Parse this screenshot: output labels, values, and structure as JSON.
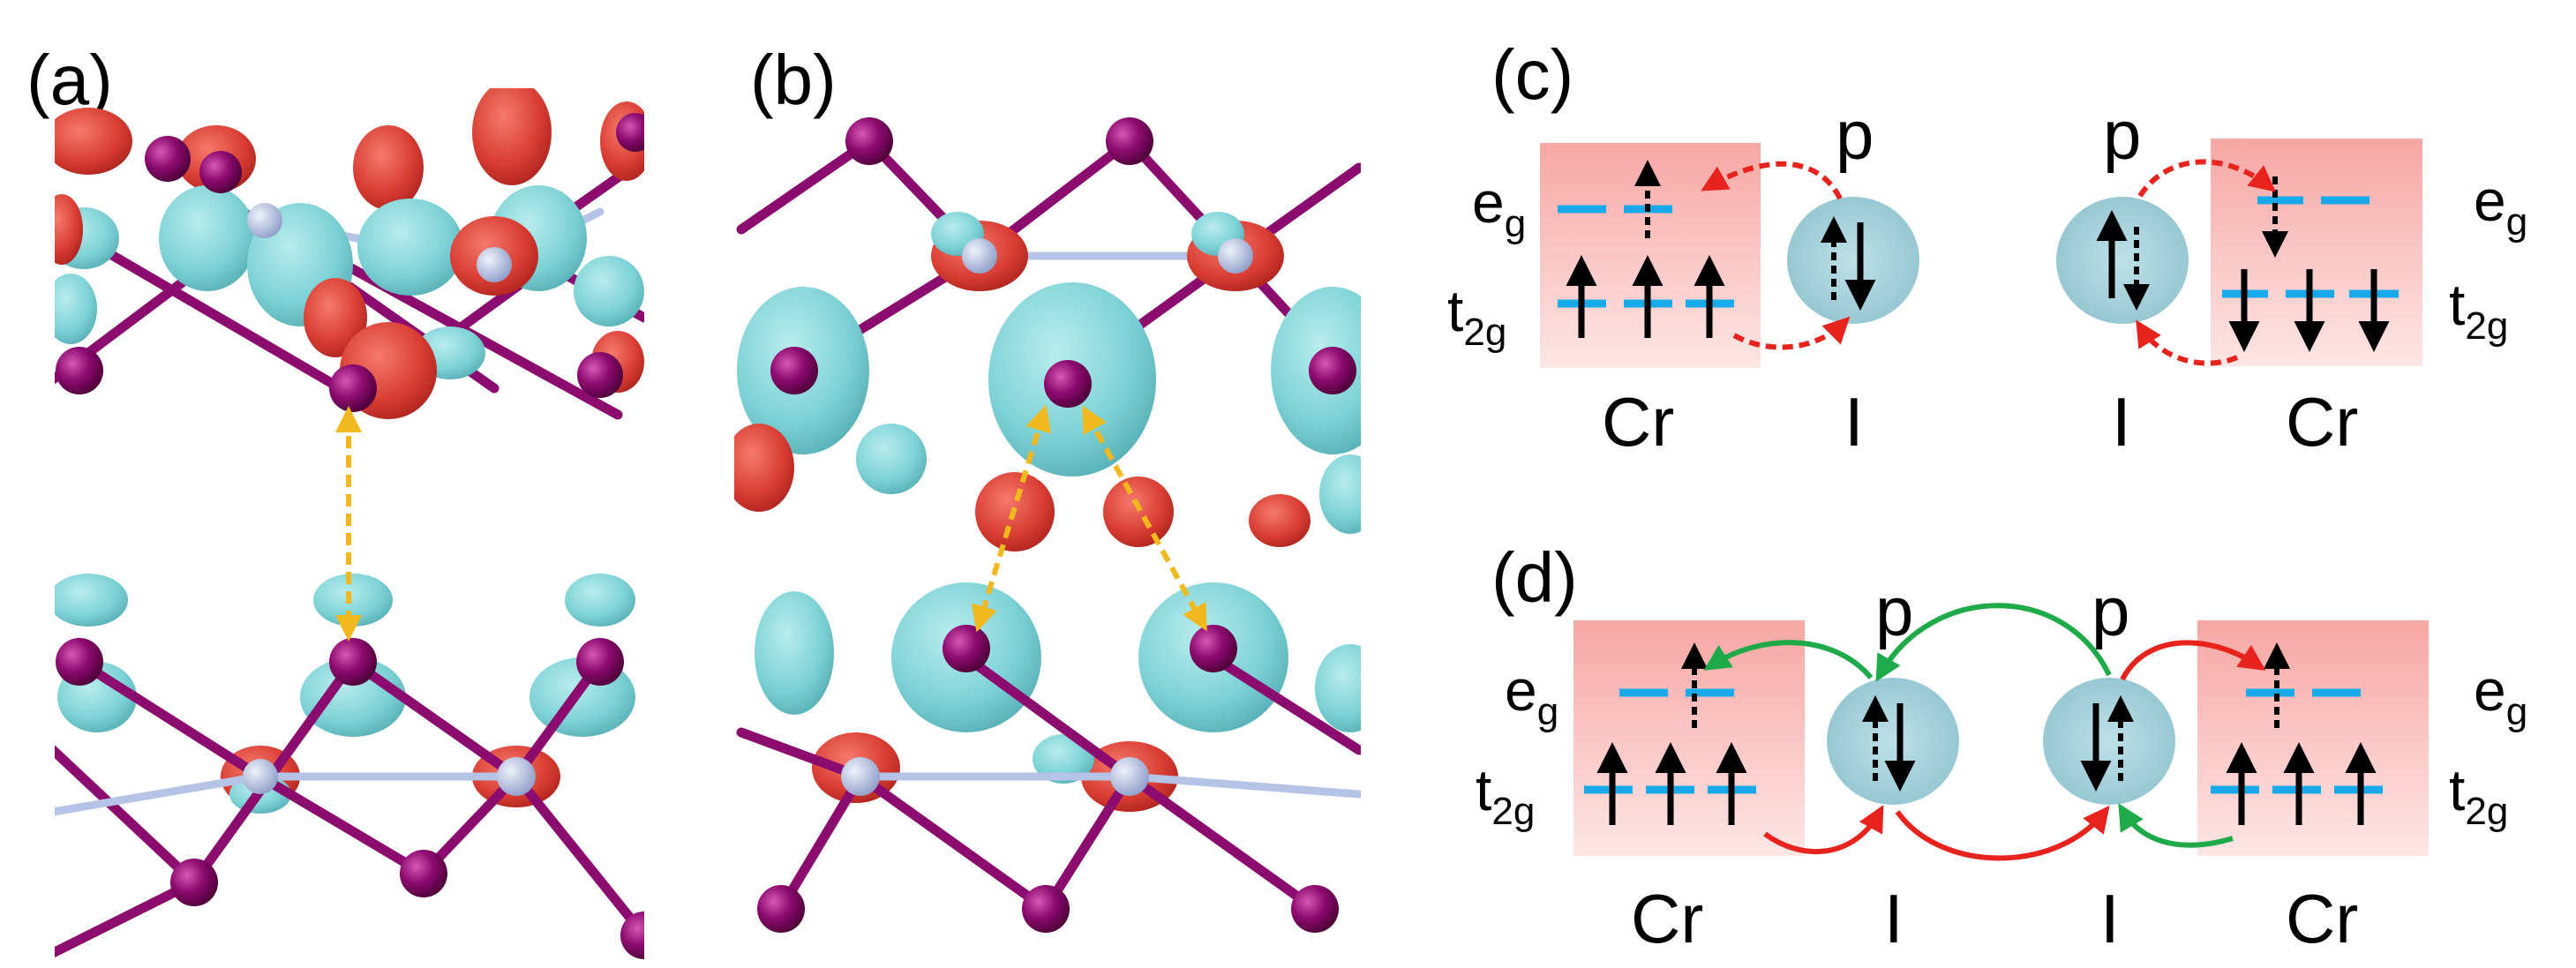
{
  "panels": {
    "a": {
      "label": "(a)"
    },
    "b": {
      "label": "(b)"
    },
    "c": {
      "label": "(c)",
      "left_block": {
        "atom": "Cr",
        "eg": "e",
        "eg_sub": "g",
        "t2g": "t",
        "t2g_sub": "2g"
      },
      "left_orbital": {
        "orbital": "p",
        "atom": "I"
      },
      "right_orbital": {
        "orbital": "p",
        "atom": "I"
      },
      "right_block": {
        "atom": "Cr",
        "eg": "e",
        "eg_sub": "g",
        "t2g": "t",
        "t2g_sub": "2g"
      }
    },
    "d": {
      "label": "(d)",
      "left_block": {
        "atom": "Cr",
        "eg": "e",
        "eg_sub": "g",
        "t2g": "t",
        "t2g_sub": "2g"
      },
      "orbital_1": {
        "orbital": "p",
        "atom": "I"
      },
      "orbital_2": {
        "orbital": "p",
        "atom": "I"
      },
      "right_block": {
        "atom": "Cr",
        "eg": "e",
        "eg_sub": "g",
        "t2g": "t",
        "t2g_sub": "2g"
      }
    }
  },
  "colors": {
    "cr_box_top": "#f7a7a4",
    "cr_box_bottom": "#fde3e2",
    "p_orbital": "#a9d3dd",
    "level_line": "#18a9e8",
    "dashed_arrow_red": "#e8231d",
    "hop_red": "#e8231d",
    "hop_green": "#1faa4a",
    "exchange_arrow": "#f2b91e",
    "iodine_atom": "#8b0b6e",
    "cr_atom": "#b5c3e6",
    "lobe_cyan": "#7ed4d8",
    "lobe_red": "#e0483e"
  }
}
